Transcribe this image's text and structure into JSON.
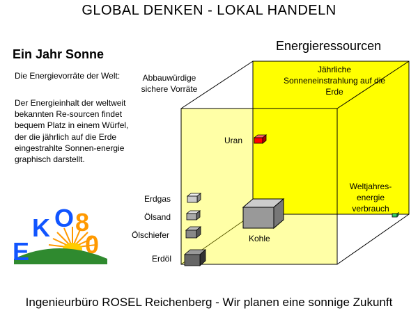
{
  "header": {
    "title": "GLOBAL DENKEN  -  LOKAL HANDELN"
  },
  "sidebar": {
    "title": "Ein Jahr Sonne",
    "paragraph1": "Die Energievorräte der Welt:",
    "paragraph2": "Der Energieinhalt der weltweit bekannten Re-sourcen findet bequem Platz in einem Würfel, der die jährlich auf die Erde eingestrahlte Sonnen-energie graphisch darstellt."
  },
  "logo": {
    "text": "EKO80",
    "letters": [
      "E",
      "K",
      "O",
      "8",
      "0"
    ]
  },
  "diagram": {
    "title": "Energieressourcen",
    "cube_label_1": "Abbauwürdige",
    "cube_label_2": "sichere Vorräte",
    "solar_label_1": "Jährliche",
    "solar_label_2": "Sonneneinstrahlung auf die",
    "solar_label_3": "Erde",
    "consumption_label_1": "Weltjahres-",
    "consumption_label_2": "energie",
    "consumption_label_3": "verbrauch",
    "uran": "Uran",
    "erdgas": "Erdgas",
    "oelsand": "Ölsand",
    "oelschiefer": "Ölschiefer",
    "erdoel": "Erdöl",
    "kohle": "Kohle",
    "colors": {
      "cube": "#ffff00",
      "uran": "#ff0000",
      "consumption": "#33cc66",
      "kohle": "#999999"
    }
  },
  "footer": {
    "text": "Ingenieurbüro ROSEL Reichenberg - Wir planen eine sonnige Zukunft"
  }
}
